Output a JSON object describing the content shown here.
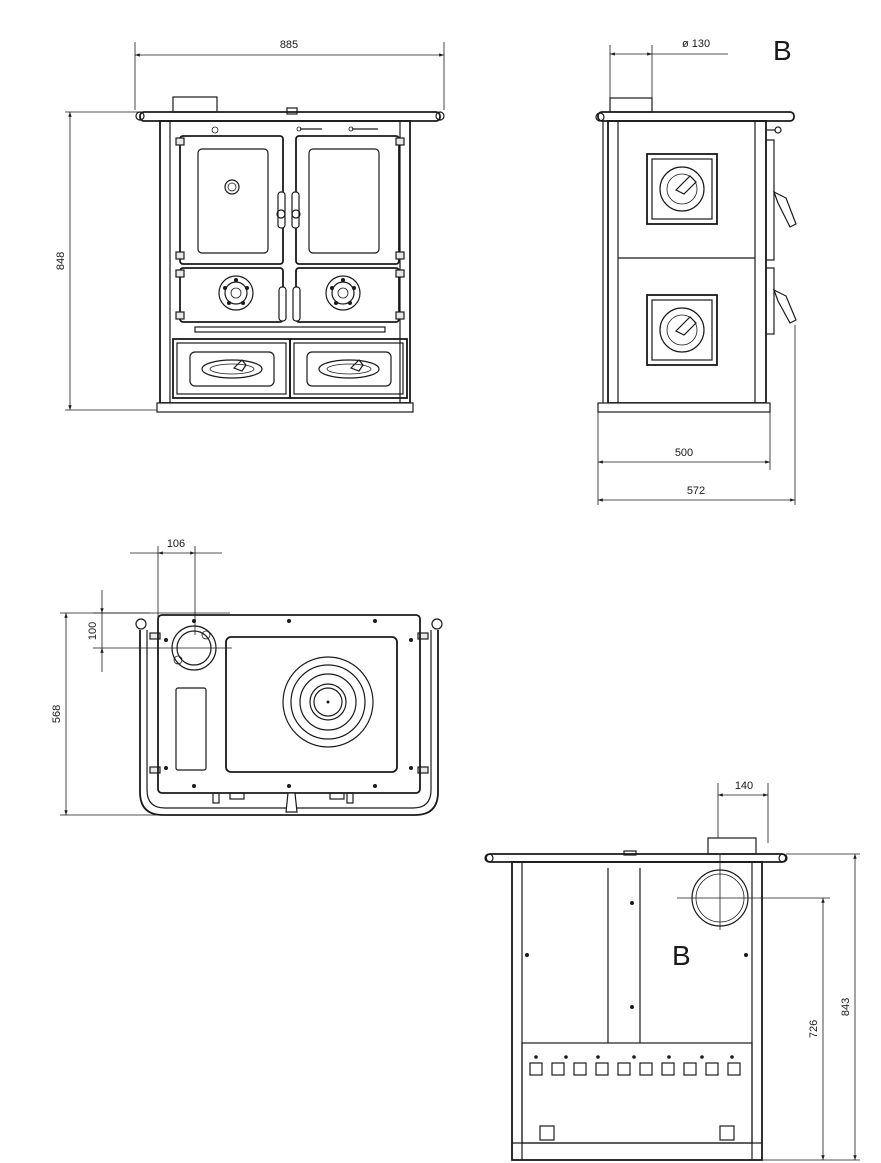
{
  "front_view": {
    "width_dim": "885",
    "height_dim": "848"
  },
  "side_view": {
    "marker": "B",
    "flue_dim": "ø  130",
    "depth_dim_inner": "500",
    "depth_dim_outer": "572"
  },
  "top_view": {
    "offset_x_dim": "106",
    "offset_y_dim": "100",
    "depth_dim": "568"
  },
  "rear_view": {
    "marker": "B",
    "flue_width_dim": "140",
    "flue_height_dim": "726",
    "total_height_dim": "843"
  }
}
